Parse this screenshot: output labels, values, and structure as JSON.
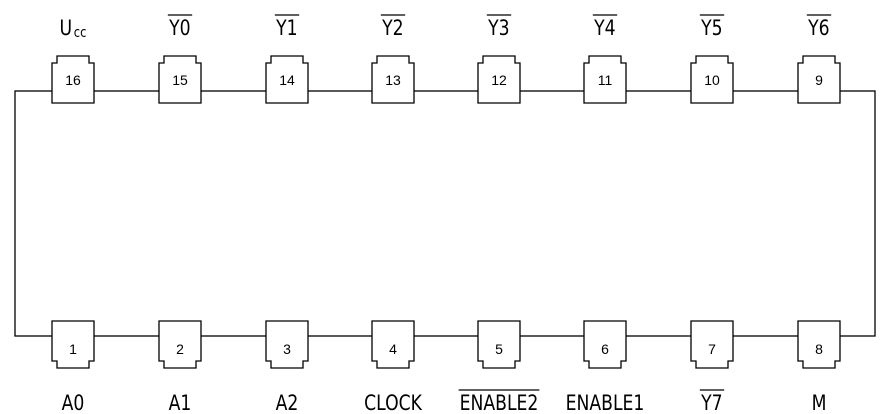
{
  "chip": {
    "top_pins": [
      {
        "number": "16",
        "name": "U",
        "sub": "cc",
        "overbar": false
      },
      {
        "number": "15",
        "name": "Y0",
        "overbar": true
      },
      {
        "number": "14",
        "name": "Y1",
        "overbar": true
      },
      {
        "number": "13",
        "name": "Y2",
        "overbar": true
      },
      {
        "number": "12",
        "name": "Y3",
        "overbar": true
      },
      {
        "number": "11",
        "name": "Y4",
        "overbar": true
      },
      {
        "number": "10",
        "name": "Y5",
        "overbar": true
      },
      {
        "number": "9",
        "name": "Y6",
        "overbar": true
      }
    ],
    "bottom_pins": [
      {
        "number": "1",
        "name": "A0",
        "overbar": false
      },
      {
        "number": "2",
        "name": "A1",
        "overbar": false
      },
      {
        "number": "3",
        "name": "A2",
        "overbar": false
      },
      {
        "number": "4",
        "name": "CLOCK",
        "overbar": false
      },
      {
        "number": "5",
        "name": "ENABLE2",
        "overbar": true
      },
      {
        "number": "6",
        "name": "ENABLE1",
        "overbar": false
      },
      {
        "number": "7",
        "name": "Y7",
        "overbar": true
      },
      {
        "number": "8",
        "name": "M",
        "overbar": false
      }
    ]
  },
  "colors": {
    "line": "#000000",
    "background": "#ffffff"
  }
}
